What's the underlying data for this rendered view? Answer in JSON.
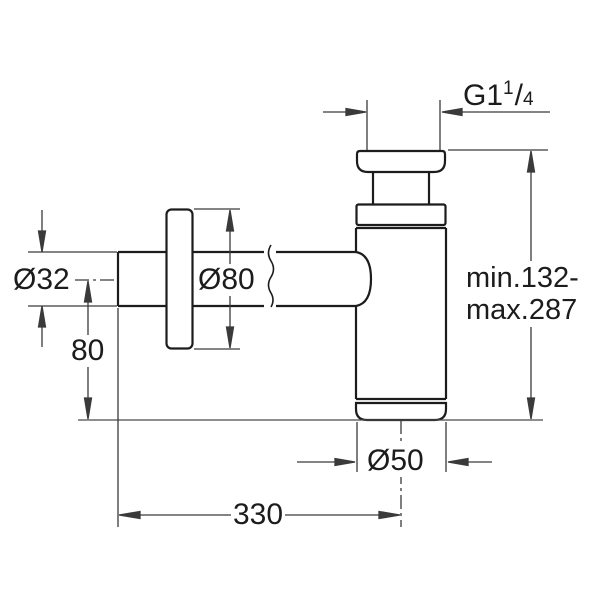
{
  "drawing": {
    "title_hint": "bottle trap dimensional drawing",
    "background_color": "#ffffff",
    "object_line_color": "#1c1c1c",
    "dimension_line_color": "#3a3a3a",
    "labels": {
      "thread": {
        "prefix": "G1",
        "sup": "1",
        "slash": "/",
        "sub": "4"
      },
      "height_range": {
        "line1": "min.132-",
        "line2": "max.287"
      },
      "inlet_diameter": "Ø32",
      "flange_diameter": "Ø80",
      "inlet_center_height": "80",
      "body_diameter": "Ø50",
      "total_length": "330"
    }
  }
}
